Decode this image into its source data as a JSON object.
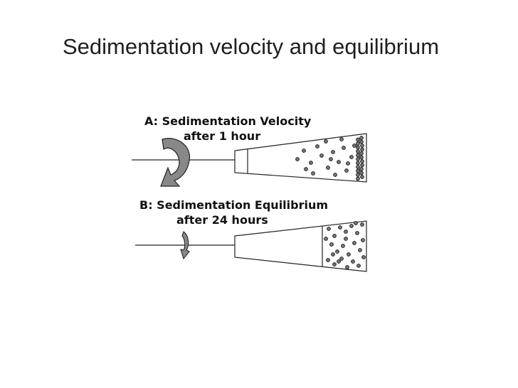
{
  "slide": {
    "title": "Sedimentation velocity and equilibrium"
  },
  "panel_a": {
    "heading": "A: Sedimentation Velocity",
    "subheading": "after 1 hour"
  },
  "panel_b": {
    "heading": "B: Sedimentation Equilibrium",
    "subheading": "after 24 hours"
  }
}
